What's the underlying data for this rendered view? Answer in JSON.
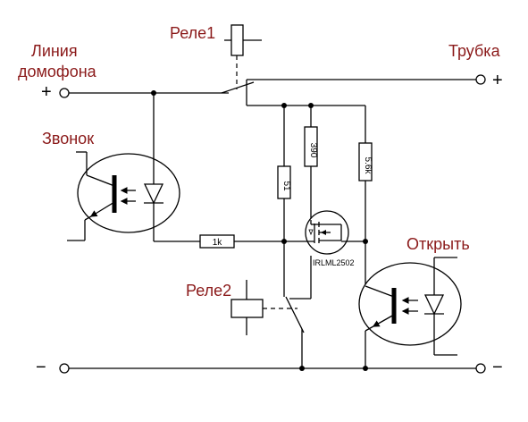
{
  "labels": {
    "relay1": "Реле1",
    "line_l1": "Линия",
    "line_l2": "домофона",
    "handset": "Трубка",
    "bell": "Звонок",
    "open": "Открыть",
    "relay2": "Реле2",
    "plus_left": "+",
    "plus_right": "+",
    "minus_left": "−",
    "minus_right": "−"
  },
  "components": {
    "r1k": "1k",
    "r51": "51",
    "r390": "390",
    "r56k": "5.6k",
    "mosfet": "IRLML2502"
  },
  "colors": {
    "label": "#8b1a1a",
    "wire": "#000000"
  }
}
